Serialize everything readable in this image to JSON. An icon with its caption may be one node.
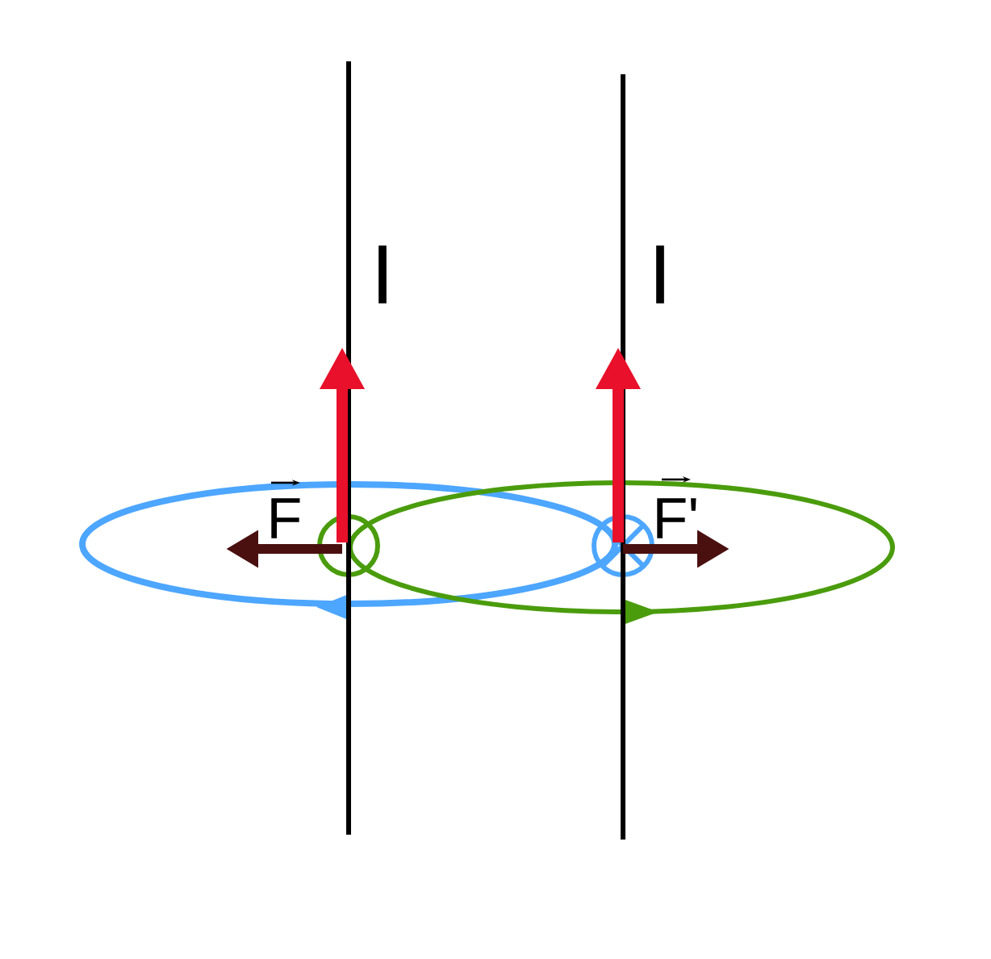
{
  "diagram": {
    "labels": [
      "I",
      "I",
      "F",
      "F'"
    ]
  }
}
